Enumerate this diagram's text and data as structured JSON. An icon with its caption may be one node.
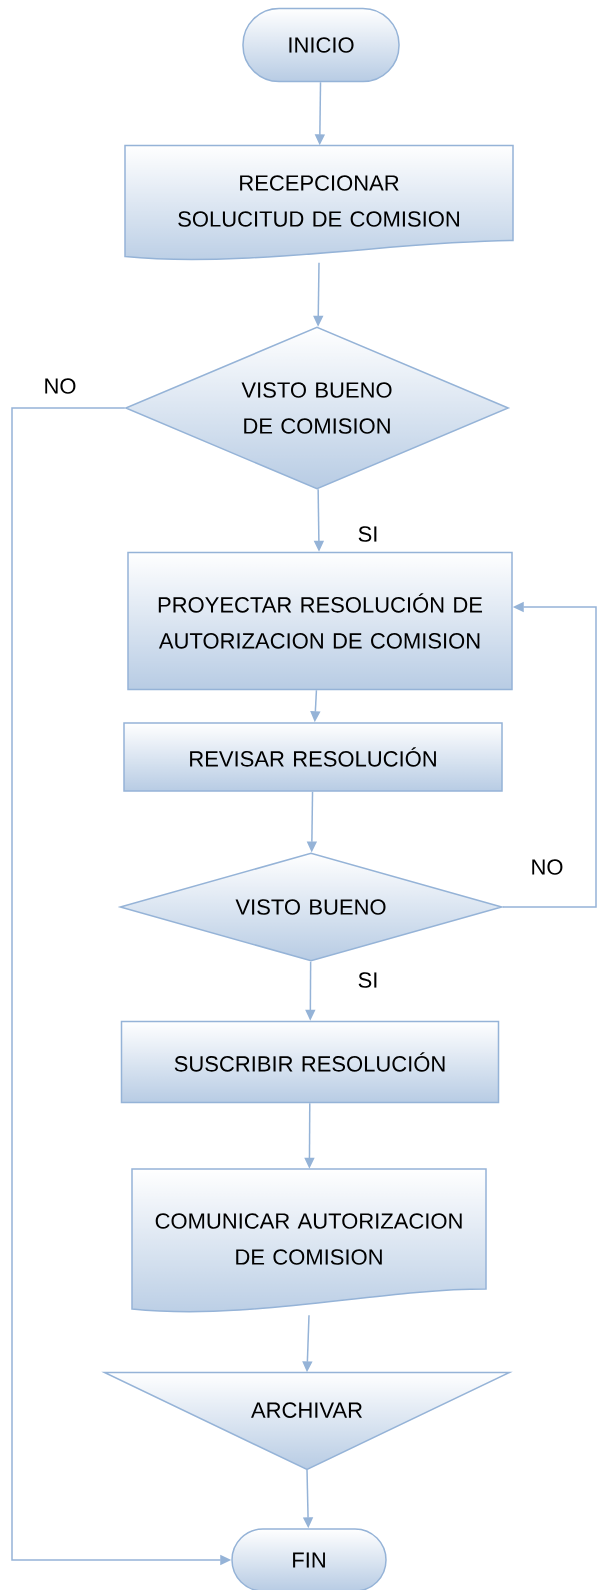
{
  "diagram": {
    "nodes": [
      {
        "text": [
          "INICIO"
        ]
      },
      {
        "text": [
          "RECEPCIONAR SOLUCITUD DE COMISION"
        ]
      },
      {
        "text": [
          "VISTO BUENO DE COMISION"
        ]
      },
      {
        "text": [
          "PROYECTAR RESOLUCIÓN DE AUTORIZACION DE COMISION"
        ]
      },
      {
        "text": [
          "REVISAR RESOLUCIÓN"
        ]
      },
      {
        "text": [
          "VISTO BUENO"
        ]
      },
      {
        "text": [
          "SUSCRIBIR RESOLUCIÓN"
        ]
      },
      {
        "text": [
          "COMUNICAR AUTORIZACION DE COMISION"
        ]
      },
      {
        "text": [
          "ARCHIVAR"
        ]
      },
      {
        "text": [
          "FIN"
        ]
      }
    ],
    "edges": [
      {
        "from": 0,
        "to": 1,
        "arrow": "to"
      },
      {
        "from": 1,
        "to": 2,
        "arrow": "to"
      },
      {
        "from": 2,
        "to": 3,
        "arrow": "to",
        "label": "SI"
      },
      {
        "from": 2,
        "to": 9,
        "arrow": "to",
        "label": "NO"
      },
      {
        "from": 3,
        "to": 4,
        "arrow": "to"
      },
      {
        "from": 4,
        "to": 5,
        "arrow": "to"
      },
      {
        "from": 5,
        "to": 3,
        "arrow": "to",
        "label": "NO"
      },
      {
        "from": 5,
        "to": 6,
        "arrow": "to",
        "label": "SI"
      },
      {
        "from": 6,
        "to": 7,
        "arrow": "to"
      },
      {
        "from": 7,
        "to": 8,
        "arrow": "to"
      },
      {
        "from": 8,
        "to": 9,
        "arrow": "to"
      }
    ]
  }
}
